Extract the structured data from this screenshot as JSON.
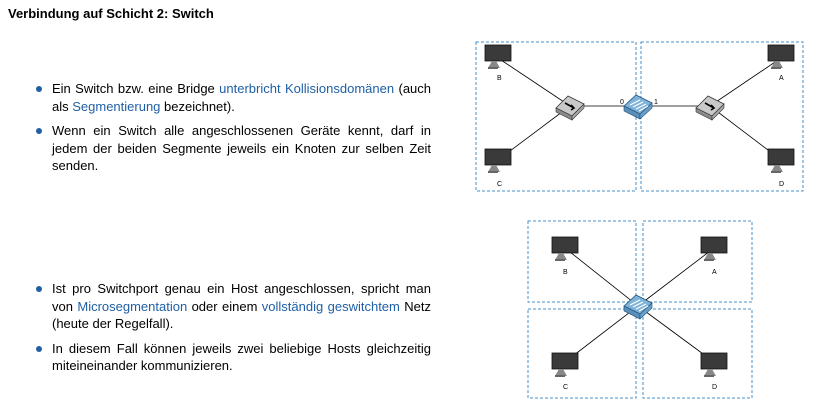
{
  "title": "Verbindung auf Schicht 2: Switch",
  "section1": {
    "bullets": [
      {
        "parts": [
          {
            "text": "Ein Switch bzw. eine Bridge ",
            "link": false
          },
          {
            "text": "unterbricht Kollisionsdomänen",
            "link": true
          },
          {
            "text": " (auch als ",
            "link": false
          },
          {
            "text": "Segmentierung",
            "link": true
          },
          {
            "text": " bezeichnet).",
            "link": false
          }
        ]
      },
      {
        "parts": [
          {
            "text": "Wenn ein Switch alle angeschlossenen Geräte kennt, darf in jedem der beiden Segmente jeweils ein Knoten zur selben Zeit senden.",
            "link": false
          }
        ]
      }
    ]
  },
  "section2": {
    "bullets": [
      {
        "parts": [
          {
            "text": "Ist pro Switchport genau ein Host angeschlossen, spricht man von ",
            "link": false
          },
          {
            "text": "Microsegmentation",
            "link": true
          },
          {
            "text": " oder einem ",
            "link": false
          },
          {
            "text": "vollständig geswitchtem",
            "link": true
          },
          {
            "text": " Netz (heute der Regelfall).",
            "link": false
          }
        ]
      },
      {
        "parts": [
          {
            "text": "In diesem Fall können jeweils zwei beliebige Hosts gleichzeitig miteineinander kommunizieren.",
            "link": false
          }
        ]
      }
    ]
  },
  "diagram1": {
    "hosts": [
      "B",
      "C",
      "A",
      "D"
    ],
    "port_labels": [
      "0",
      "1"
    ]
  },
  "diagram2": {
    "hosts": [
      "B",
      "A",
      "C",
      "D"
    ]
  },
  "colors": {
    "link": "#1f5fa6",
    "dashed_border": "#4a90c8",
    "switch_fill": "#7fb3d9"
  }
}
